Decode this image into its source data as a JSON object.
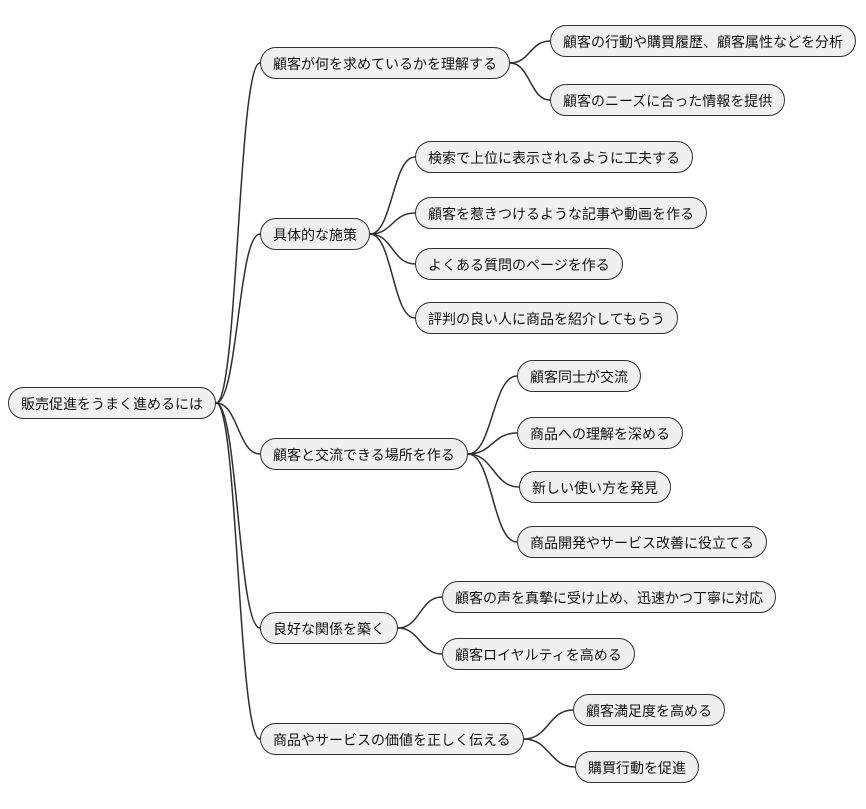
{
  "diagram": {
    "type": "mindmap",
    "colors": {
      "node_fill": "#f0f0f0",
      "node_border": "#2f2f2f",
      "edge": "#2f2f2f",
      "background": "#ffffff"
    },
    "nodes": [
      {
        "id": "root",
        "parent": null,
        "label": "販売促進をうまく進めるには"
      },
      {
        "id": "b1",
        "parent": "root",
        "label": "顧客が何を求めているかを理解する"
      },
      {
        "id": "c1a",
        "parent": "b1",
        "label": "顧客の行動や購買履歴、顧客属性などを分析"
      },
      {
        "id": "c1b",
        "parent": "b1",
        "label": "顧客のニーズに合った情報を提供"
      },
      {
        "id": "b2",
        "parent": "root",
        "label": "具体的な施策"
      },
      {
        "id": "c2a",
        "parent": "b2",
        "label": "検索で上位に表示されるように工夫する"
      },
      {
        "id": "c2b",
        "parent": "b2",
        "label": "顧客を惹きつけるような記事や動画を作る"
      },
      {
        "id": "c2c",
        "parent": "b2",
        "label": "よくある質問のページを作る"
      },
      {
        "id": "c2d",
        "parent": "b2",
        "label": "評判の良い人に商品を紹介してもらう"
      },
      {
        "id": "b3",
        "parent": "root",
        "label": "顧客と交流できる場所を作る"
      },
      {
        "id": "c3a",
        "parent": "b3",
        "label": "顧客同士が交流"
      },
      {
        "id": "c3b",
        "parent": "b3",
        "label": "商品への理解を深める"
      },
      {
        "id": "c3c",
        "parent": "b3",
        "label": "新しい使い方を発見"
      },
      {
        "id": "c3d",
        "parent": "b3",
        "label": "商品開発やサービス改善に役立てる"
      },
      {
        "id": "b4",
        "parent": "root",
        "label": "良好な関係を築く"
      },
      {
        "id": "c4a",
        "parent": "b4",
        "label": "顧客の声を真摯に受け止め、迅速かつ丁寧に対応"
      },
      {
        "id": "c4b",
        "parent": "b4",
        "label": "顧客ロイヤルティを高める"
      },
      {
        "id": "b5",
        "parent": "root",
        "label": "商品やサービスの価値を正しく伝える"
      },
      {
        "id": "c5a",
        "parent": "b5",
        "label": "顧客満足度を高める"
      },
      {
        "id": "c5b",
        "parent": "b5",
        "label": "購買行動を促進"
      }
    ]
  }
}
